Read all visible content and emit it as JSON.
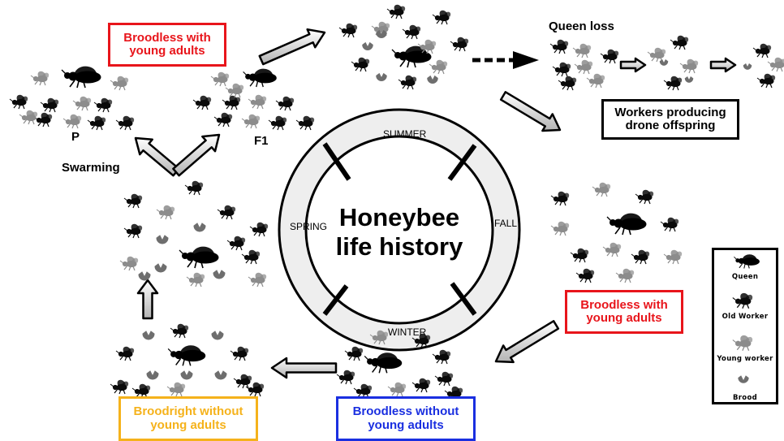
{
  "center": {
    "line1": "Honeybee",
    "line2": "life history"
  },
  "seasons": {
    "summer": "SUMMER",
    "fall": "FALL",
    "winter": "WINTER",
    "spring": "SPRING"
  },
  "labels": {
    "queen_loss": "Queen loss",
    "p": "P",
    "f1": "F1",
    "swarming": "Swarming"
  },
  "boxes": {
    "broodless_young_top": {
      "line1": "Broodless with",
      "line2": "young adults",
      "color": "#e8151b"
    },
    "workers_drone": {
      "line1": "Workers producing",
      "line2": "drone offspring",
      "color": "#000000"
    },
    "broodless_young_right": {
      "line1": "Broodless with",
      "line2": "young adults",
      "color": "#e8151b"
    },
    "broodless_without": {
      "line1": "Broodless without",
      "line2": "young adults",
      "color": "#1a2fe0"
    },
    "broodright_without": {
      "line1": "Broodright without",
      "line2": "young adults",
      "color": "#f5b21b"
    }
  },
  "legend": {
    "queen": "Queen",
    "old_worker": "Old Worker",
    "young_worker": "Young worker",
    "brood": "Brood"
  },
  "icon_colors": {
    "queen": "#000000",
    "old_worker": "#0a0a0a",
    "young_worker": "#8c8c8c",
    "brood": "#6e6e6e"
  }
}
